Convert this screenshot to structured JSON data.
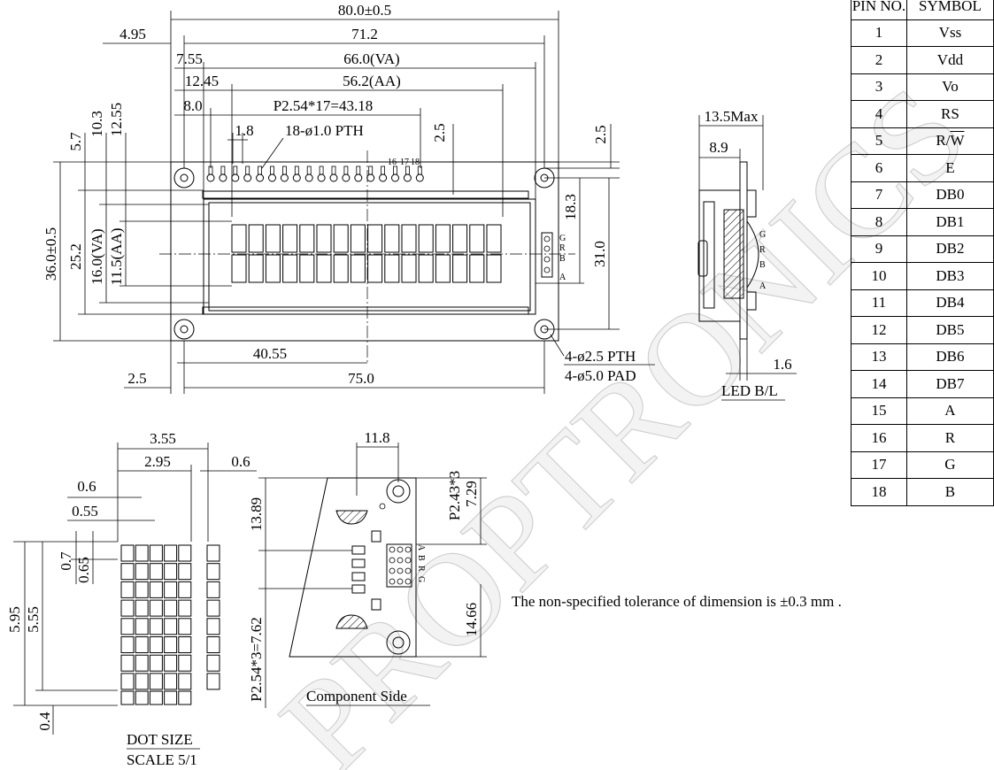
{
  "watermark": "PROPTRONICS",
  "main_view": {
    "overall_width": "80.0±0.5",
    "left_offset": "4.95",
    "pcb_width": "71.2",
    "va_offset": "7.55",
    "va_width": "66.0(VA)",
    "aa_offset": "12.45",
    "aa_width": "56.2(AA)",
    "pin1_offset": "8.0",
    "pin_pitch": "P2.54*17=43.18",
    "pin_spacing": "1.8",
    "pin_holes": "18-ø1.0 PTH",
    "pin_top_2_5": "2.5",
    "right_top_2_5": "2.5",
    "dim_5_7": "5.7",
    "dim_10_3": "10.3",
    "dim_12_55": "12.55",
    "overall_height": "36.0±0.5",
    "dim_25_2": "25.2",
    "va_height": "16.0(VA)",
    "aa_height": "11.5(AA)",
    "dim_18_3": "18.3",
    "dim_31_0": "31.0",
    "center_offset": "40.55",
    "bottom_offset": "2.5",
    "hole_span": "75.0",
    "mount_holes": "4-ø2.5 PTH",
    "mount_pads": "4-ø5.0 PAD",
    "pin_numbers": [
      "16",
      "17",
      "18"
    ],
    "led_letters": [
      "G",
      "R",
      "B",
      "A"
    ]
  },
  "side_view": {
    "max_thickness": "13.5Max",
    "dim_8_9": "8.9",
    "dim_1_6": "1.6",
    "caption": "LED B/L",
    "led_letters": [
      "G",
      "R",
      "B",
      "A"
    ]
  },
  "dot_view": {
    "dim_3_55": "3.55",
    "dim_2_95": "2.95",
    "dim_0_6_right": "0.6",
    "dim_0_6": "0.6",
    "dim_0_55": "0.55",
    "dim_5_95": "5.95",
    "dim_5_55": "5.55",
    "dim_0_7": "0.7",
    "dim_0_65": "0.65",
    "dim_0_4": "0.4",
    "caption_line1": "DOT SIZE",
    "caption_line2": "SCALE 5/1"
  },
  "component_view": {
    "dim_11_8": "11.8",
    "dim_13_89": "13.89",
    "dim_p243": "P2.43*3",
    "dim_7_29": "7.29",
    "dim_14_66": "14.66",
    "dim_p254": "P2.54*3=7.62",
    "caption": "Component  Side",
    "pad_letters": [
      "A",
      "B",
      "R",
      "G"
    ]
  },
  "note": "The non-specified tolerance of dimension is ±0.3 mm .",
  "pin_table": {
    "header": [
      "PIN NO.",
      "SYMBOL"
    ],
    "rows": [
      [
        "1",
        "Vss"
      ],
      [
        "2",
        "Vdd"
      ],
      [
        "3",
        "Vo"
      ],
      [
        "4",
        "RS"
      ],
      [
        "5",
        "R/W"
      ],
      [
        "6",
        "E"
      ],
      [
        "7",
        "DB0"
      ],
      [
        "8",
        "DB1"
      ],
      [
        "9",
        "DB2"
      ],
      [
        "10",
        "DB3"
      ],
      [
        "11",
        "DB4"
      ],
      [
        "12",
        "DB5"
      ],
      [
        "13",
        "DB6"
      ],
      [
        "14",
        "DB7"
      ],
      [
        "15",
        "A"
      ],
      [
        "16",
        "R"
      ],
      [
        "17",
        "G"
      ],
      [
        "18",
        "B"
      ]
    ]
  }
}
